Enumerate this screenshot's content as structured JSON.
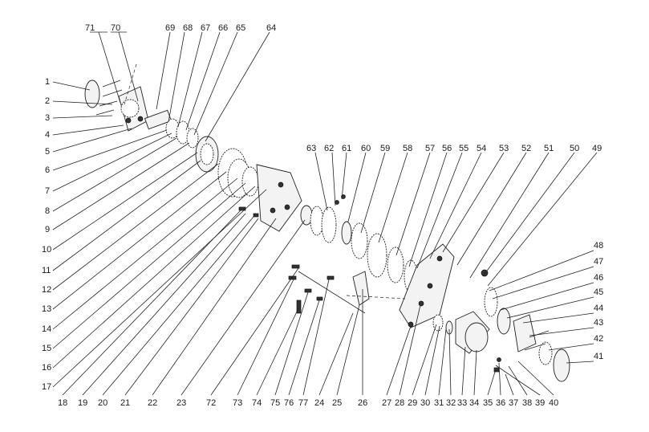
{
  "labels": {
    "left": [
      "1",
      "2",
      "3",
      "4",
      "5",
      "6",
      "7",
      "8",
      "9",
      "10",
      "11",
      "12",
      "13",
      "14",
      "15",
      "16",
      "17"
    ],
    "bottom": [
      "18",
      "19",
      "20",
      "21",
      "22",
      "23",
      "72",
      "73",
      "74",
      "75",
      "76",
      "77",
      "24",
      "25",
      "26",
      "27",
      "28",
      "29",
      "30",
      "31",
      "32",
      "33",
      "34",
      "35",
      "36",
      "37",
      "38",
      "39",
      "40"
    ],
    "top_left": [
      "71",
      "70",
      "69",
      "68",
      "67",
      "66",
      "65",
      "64"
    ],
    "top_right": [
      "63",
      "62",
      "61",
      "60",
      "59",
      "58",
      "57",
      "56",
      "55",
      "54",
      "53",
      "52",
      "51",
      "50",
      "49"
    ],
    "right": [
      "48",
      "47",
      "46",
      "45",
      "44",
      "43",
      "42",
      "41"
    ]
  }
}
